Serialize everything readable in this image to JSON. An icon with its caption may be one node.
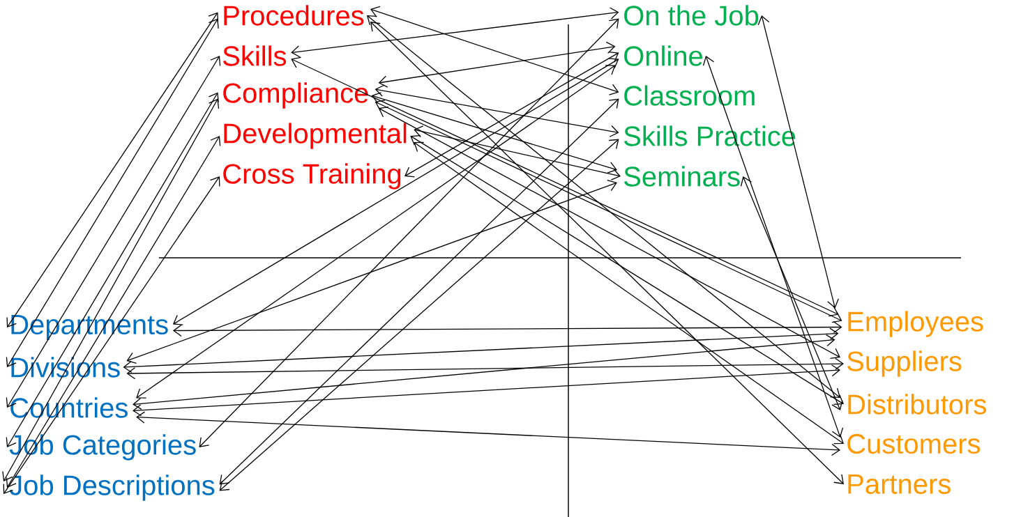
{
  "diagram": {
    "nodes": [
      {
        "text": [
          "Procedures"
        ]
      },
      {
        "text": [
          "Skills"
        ]
      },
      {
        "text": [
          "Compliance"
        ]
      },
      {
        "text": [
          "Developmental"
        ]
      },
      {
        "text": [
          "Cross Training"
        ]
      },
      {
        "text": [
          "On the Job"
        ]
      },
      {
        "text": [
          "Online"
        ]
      },
      {
        "text": [
          "Classroom"
        ]
      },
      {
        "text": [
          "Skills Practice"
        ]
      },
      {
        "text": [
          "Seminars"
        ]
      },
      {
        "text": [
          "Departments"
        ]
      },
      {
        "text": [
          "Divisions"
        ]
      },
      {
        "text": [
          "Countries"
        ]
      },
      {
        "text": [
          "Job Categories"
        ]
      },
      {
        "text": [
          "Job Descriptions"
        ]
      },
      {
        "text": [
          "Employees"
        ]
      },
      {
        "text": [
          "Suppliers"
        ]
      },
      {
        "text": [
          "Distributors"
        ]
      },
      {
        "text": [
          "Customers"
        ]
      },
      {
        "text": [
          "Partners"
        ]
      }
    ],
    "edges": [
      {
        "from": 0,
        "to": 10,
        "arrow": "both"
      },
      {
        "from": 0,
        "to": 11,
        "arrow": "both"
      },
      {
        "from": 1,
        "to": 12,
        "arrow": "both"
      },
      {
        "from": 2,
        "to": 13,
        "arrow": "both"
      },
      {
        "from": 2,
        "to": 14,
        "arrow": "both"
      },
      {
        "from": 3,
        "to": 14,
        "arrow": "both"
      },
      {
        "from": 4,
        "to": 14,
        "arrow": "both"
      },
      {
        "from": 1,
        "to": 5,
        "arrow": "both"
      },
      {
        "from": 2,
        "to": 6,
        "arrow": "both"
      },
      {
        "from": 0,
        "to": 7,
        "arrow": "both"
      },
      {
        "from": 2,
        "to": 8,
        "arrow": "both"
      },
      {
        "from": 2,
        "to": 9,
        "arrow": "both"
      },
      {
        "from": 3,
        "to": 9,
        "arrow": "both"
      },
      {
        "from": 4,
        "to": 6,
        "arrow": "both"
      },
      {
        "from": 0,
        "to": 17,
        "arrow": "both"
      },
      {
        "from": 0,
        "to": 19,
        "arrow": "both"
      },
      {
        "from": 1,
        "to": 15,
        "arrow": "both"
      },
      {
        "from": 2,
        "to": 15,
        "arrow": "both"
      },
      {
        "from": 2,
        "to": 16,
        "arrow": "both"
      },
      {
        "from": 3,
        "to": 17,
        "arrow": "both"
      },
      {
        "from": 3,
        "to": 18,
        "arrow": "both"
      },
      {
        "from": 5,
        "to": 13,
        "arrow": "both"
      },
      {
        "from": 6,
        "to": 10,
        "arrow": "both"
      },
      {
        "from": 6,
        "to": 12,
        "arrow": "both"
      },
      {
        "from": 7,
        "to": 14,
        "arrow": "both"
      },
      {
        "from": 8,
        "to": 14,
        "arrow": "both"
      },
      {
        "from": 9,
        "to": 11,
        "arrow": "both"
      },
      {
        "from": 5,
        "to": 15,
        "arrow": "both"
      },
      {
        "from": 6,
        "to": 18,
        "arrow": "both"
      },
      {
        "from": 9,
        "to": 17,
        "arrow": "both"
      },
      {
        "from": 10,
        "to": 15,
        "arrow": "both"
      },
      {
        "from": 11,
        "to": 15,
        "arrow": "both"
      },
      {
        "from": 11,
        "to": 16,
        "arrow": "both"
      },
      {
        "from": 12,
        "to": 15,
        "arrow": "both"
      },
      {
        "from": 12,
        "to": 16,
        "arrow": "both"
      },
      {
        "from": 12,
        "to": 18,
        "arrow": "both"
      }
    ]
  }
}
